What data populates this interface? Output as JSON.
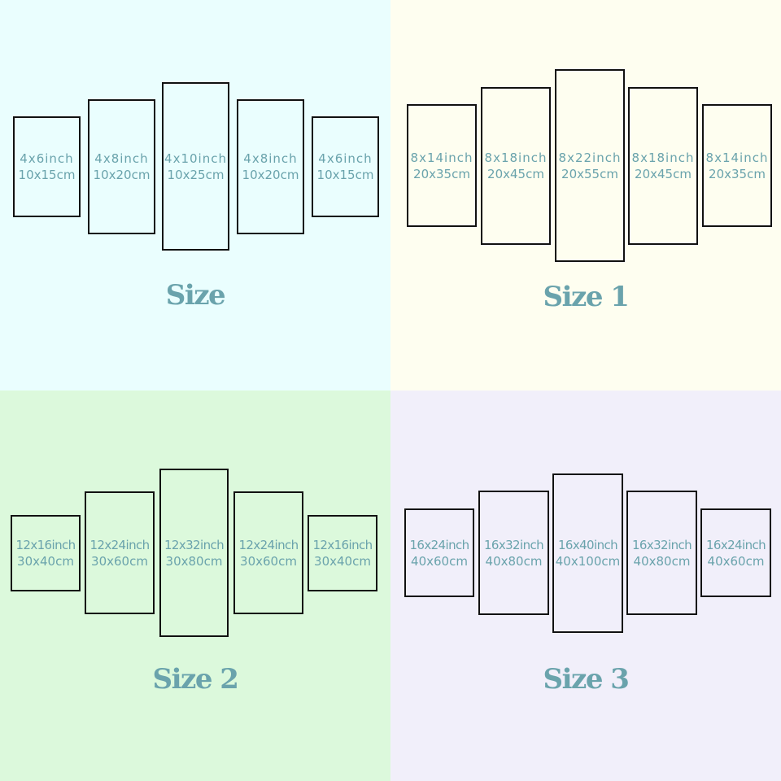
{
  "colors": {
    "quad_backgrounds": [
      "#eafefe",
      "#fefef0",
      "#dcf9dc",
      "#f1effa"
    ],
    "label_text": "#6aa3ac",
    "panel_border": "#111111"
  },
  "quadrants": [
    {
      "title": "Size",
      "panels": [
        {
          "line1": "4x6inch",
          "line2": "10x15cm"
        },
        {
          "line1": "4x8inch",
          "line2": "10x20cm"
        },
        {
          "line1": "4x10inch",
          "line2": "10x25cm"
        },
        {
          "line1": "4x8inch",
          "line2": "10x20cm"
        },
        {
          "line1": "4x6inch",
          "line2": "10x15cm"
        }
      ]
    },
    {
      "title": "Size 1",
      "panels": [
        {
          "line1": "8x14inch",
          "line2": "20x35cm"
        },
        {
          "line1": "8x18inch",
          "line2": "20x45cm"
        },
        {
          "line1": "8x22inch",
          "line2": "20x55cm"
        },
        {
          "line1": "8x18inch",
          "line2": "20x45cm"
        },
        {
          "line1": "8x14inch",
          "line2": "20x35cm"
        }
      ]
    },
    {
      "title": "Size 2",
      "panels": [
        {
          "line1": "12x16inch",
          "line2": "30x40cm"
        },
        {
          "line1": "12x24inch",
          "line2": "30x60cm"
        },
        {
          "line1": "12x32inch",
          "line2": "30x80cm"
        },
        {
          "line1": "12x24inch",
          "line2": "30x60cm"
        },
        {
          "line1": "12x16inch",
          "line2": "30x40cm"
        }
      ]
    },
    {
      "title": "Size 3",
      "panels": [
        {
          "line1": "16x24inch",
          "line2": "40x60cm"
        },
        {
          "line1": "16x32inch",
          "line2": "40x80cm"
        },
        {
          "line1": "16x40inch",
          "line2": "40x100cm"
        },
        {
          "line1": "16x32inch",
          "line2": "40x80cm"
        },
        {
          "line1": "16x24inch",
          "line2": "40x60cm"
        }
      ]
    }
  ]
}
